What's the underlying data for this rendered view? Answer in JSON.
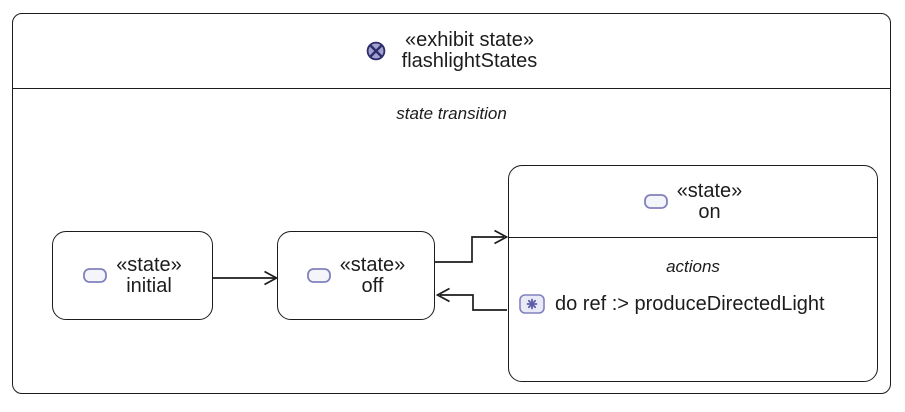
{
  "frame": {
    "stereotype": "«exhibit state»",
    "name": "flashlightStates",
    "kind_label": "state transition"
  },
  "states": {
    "initial": {
      "stereotype": "«state»",
      "name": "initial"
    },
    "off": {
      "stereotype": "«state»",
      "name": "off"
    },
    "on": {
      "stereotype": "«state»",
      "name": "on",
      "compartment_label": "actions",
      "do_action": "do ref :> produceDirectedLight"
    }
  },
  "transitions": [
    {
      "from": "initial",
      "to": "off"
    },
    {
      "from": "off",
      "to": "on"
    },
    {
      "from": "on",
      "to": "off"
    }
  ],
  "icons": {
    "frame_icon": "circled-x-state-machine-icon",
    "state_icon": "rounded-state-icon",
    "action_icon": "asterisk-action-icon"
  },
  "colors": {
    "line": "#1c1c1c",
    "frame_icon_fill": "#a2a2d0",
    "frame_icon_stroke": "#2d2d6b",
    "state_icon_fill": "#f4f4fb",
    "state_icon_stroke": "#8181bd",
    "action_glyph": "#5d5dab",
    "background": "#ffffff"
  }
}
